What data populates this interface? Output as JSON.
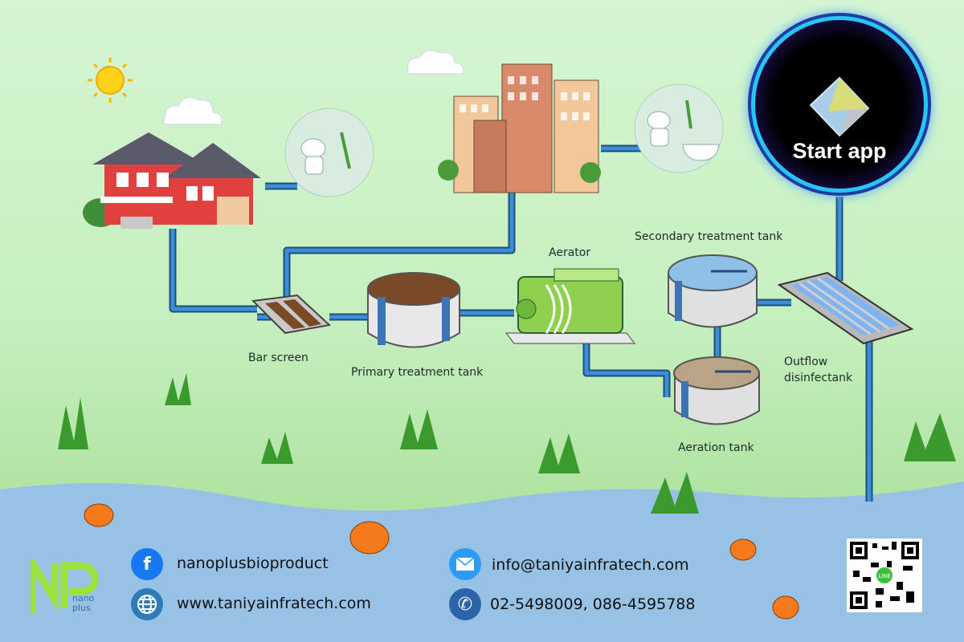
{
  "start_app": {
    "label": "Start app"
  },
  "labels": {
    "aerator": "Aerator",
    "secondary_tank": "Secondary treatment tank",
    "bar_screen": "Bar screen",
    "primary_tank": "Primary treatment tank",
    "outflow_line1": "Outflow",
    "outflow_line2": "disinfectank",
    "aeration_tank": "Aeration tank"
  },
  "footer": {
    "logo_text": "NP nano plus",
    "facebook": "nanoplusbioproduct",
    "website": "www.taniyainfratech.com",
    "email": "info@taniyainfratech.com",
    "phone": "02-5498009, 086-4595788",
    "qr_badge": "LINE"
  },
  "colors": {
    "pipe": "#3c8fd6",
    "water": "#98c1e6",
    "sky": "#d2f4cf",
    "accent": "#29c6f4"
  }
}
